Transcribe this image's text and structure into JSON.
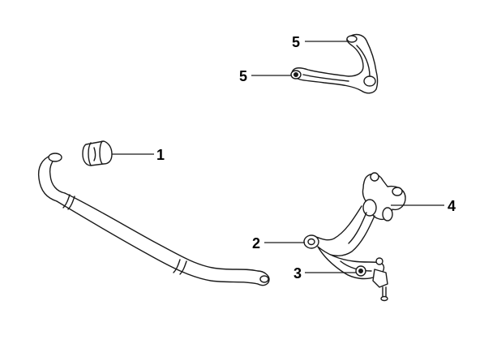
{
  "diagram": {
    "callouts": [
      {
        "id": "stabilizer-bushing",
        "label": "1"
      },
      {
        "id": "lower-arm-front-bushing",
        "label": "2"
      },
      {
        "id": "ball-joint",
        "label": "3"
      },
      {
        "id": "lower-arm-rear-bushing",
        "label": "4"
      },
      {
        "id": "upper-arm-rear-bushing",
        "label": "5"
      },
      {
        "id": "upper-arm-front-bushing",
        "label": "5"
      }
    ],
    "colors": {
      "line": "#1a1a1a",
      "background": "#ffffff"
    }
  }
}
